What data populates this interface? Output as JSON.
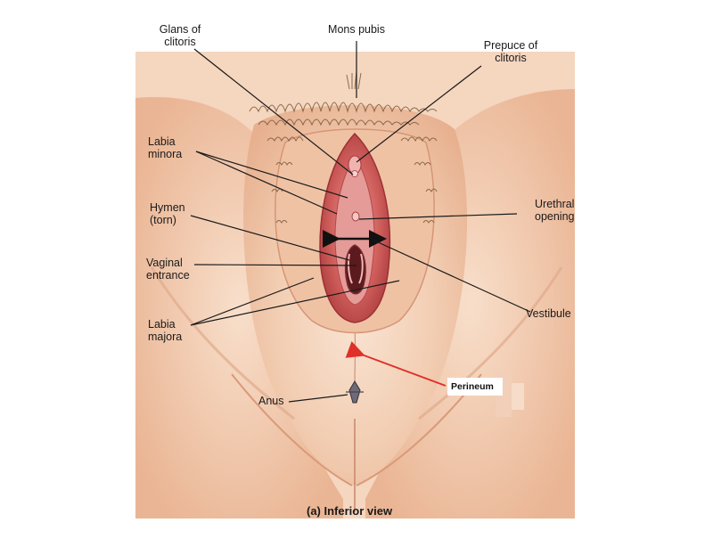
{
  "labels": {
    "glans": [
      "Glans of",
      "clitoris"
    ],
    "mons": "Mons pubis",
    "prepuce": [
      "Prepuce of",
      "clitoris"
    ],
    "labia_minora": [
      "Labia",
      "minora"
    ],
    "urethral": [
      "Urethral",
      "opening"
    ],
    "hymen": [
      "Hymen",
      "(torn)"
    ],
    "vaginal": [
      "Vaginal",
      "entrance"
    ],
    "vestibule": "Vestibule",
    "labia_majora": [
      "Labia",
      "majora"
    ],
    "anus": "Anus",
    "perineum": "Perineum"
  },
  "caption": "(a) Inferior view",
  "colors": {
    "skin_light": "#f7dcc6",
    "skin_mid": "#eab392",
    "skin_shadow": "#d98f6e",
    "mucosa": "#c9504f",
    "mucosa_light": "#e8a0a0",
    "hair": "#7a5a3c",
    "leader_line": "#1a1a1a",
    "arrow_red": "#e0302a"
  }
}
